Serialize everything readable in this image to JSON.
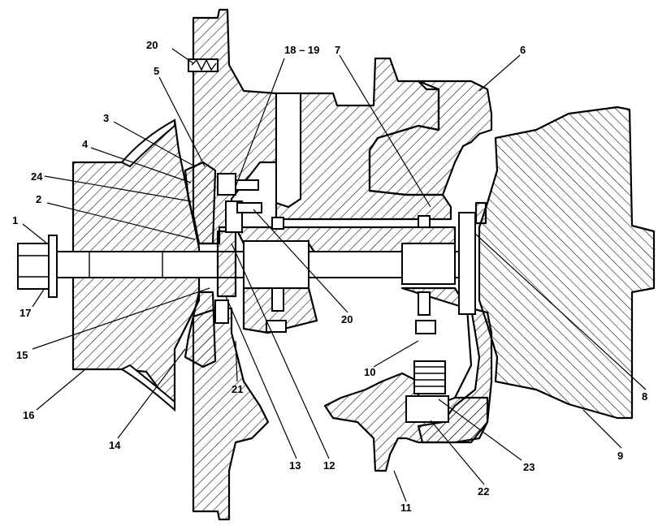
{
  "callouts": [
    {
      "id": "1",
      "text": "1"
    },
    {
      "id": "2",
      "text": "2"
    },
    {
      "id": "3",
      "text": "3"
    },
    {
      "id": "4",
      "text": "4"
    },
    {
      "id": "5",
      "text": "5"
    },
    {
      "id": "6",
      "text": "6"
    },
    {
      "id": "7",
      "text": "7"
    },
    {
      "id": "8",
      "text": "8"
    },
    {
      "id": "9",
      "text": "9"
    },
    {
      "id": "10",
      "text": "10"
    },
    {
      "id": "11",
      "text": "11"
    },
    {
      "id": "12",
      "text": "12"
    },
    {
      "id": "13",
      "text": "13"
    },
    {
      "id": "14",
      "text": "14"
    },
    {
      "id": "15",
      "text": "15"
    },
    {
      "id": "16",
      "text": "16"
    },
    {
      "id": "17",
      "text": "17"
    },
    {
      "id": "18_19",
      "text": "18 – 19"
    },
    {
      "id": "20a",
      "text": "20"
    },
    {
      "id": "20b",
      "text": "20"
    },
    {
      "id": "21",
      "text": "21"
    },
    {
      "id": "22",
      "text": "22"
    },
    {
      "id": "23",
      "text": "23"
    },
    {
      "id": "24",
      "text": "24"
    }
  ]
}
